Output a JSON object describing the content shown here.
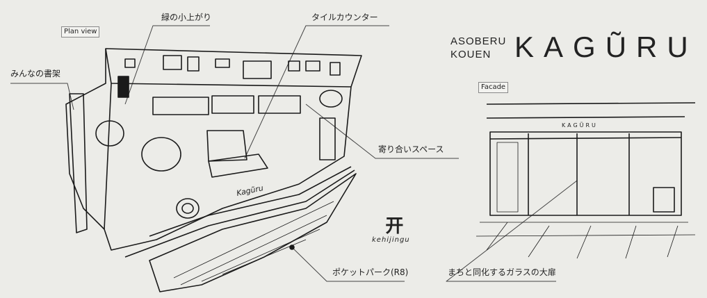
{
  "title": {
    "sub_line1": "ASOBERU",
    "sub_line2": "KOUEN",
    "main": "KAGŨRU"
  },
  "tags": {
    "plan": "Plan view",
    "facade": "Facade"
  },
  "labels": {
    "green_platform": "緑の小上がり",
    "tile_counter": "タイルカウンター",
    "bookshelf": "みんなの書架",
    "gathering_space": "寄り合いスペース",
    "pocket_park": "ポケットパーク(R8)",
    "glass_door": "まちと同化するガラスの大扉"
  },
  "logo": {
    "mark": "开",
    "text": "kehijingu"
  },
  "drawing_text": {
    "floor_sign": "Kagũru",
    "facade_sign": "KAGŨRU"
  }
}
